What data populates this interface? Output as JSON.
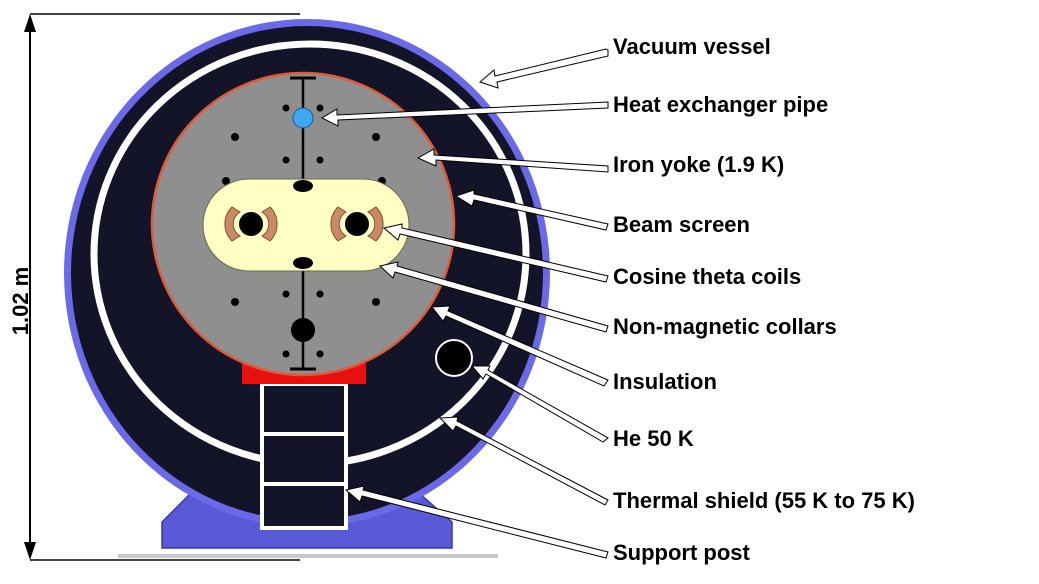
{
  "dimension": {
    "label": "1.02 m"
  },
  "labels": [
    "Vacuum vessel",
    "Heat exchanger pipe",
    "Iron yoke (1.9 K)",
    "Beam screen",
    "Cosine theta coils",
    "Non-magnetic collars",
    "Insulation",
    "He 50 K",
    "Thermal shield (55 K to 75 K)",
    "Support post"
  ],
  "colors": {
    "vessel_edge": "#6a6ae8",
    "vessel_dark": "#141428",
    "thermal_shield": "#ffffff",
    "yoke": "#8f8f8f",
    "collar_beam_screen": "#ffffc4",
    "coils": "#c98a6a",
    "heat_exchanger": "#3ea8f0",
    "cradle": "#e80f0f",
    "support_base": "#5656d6"
  }
}
